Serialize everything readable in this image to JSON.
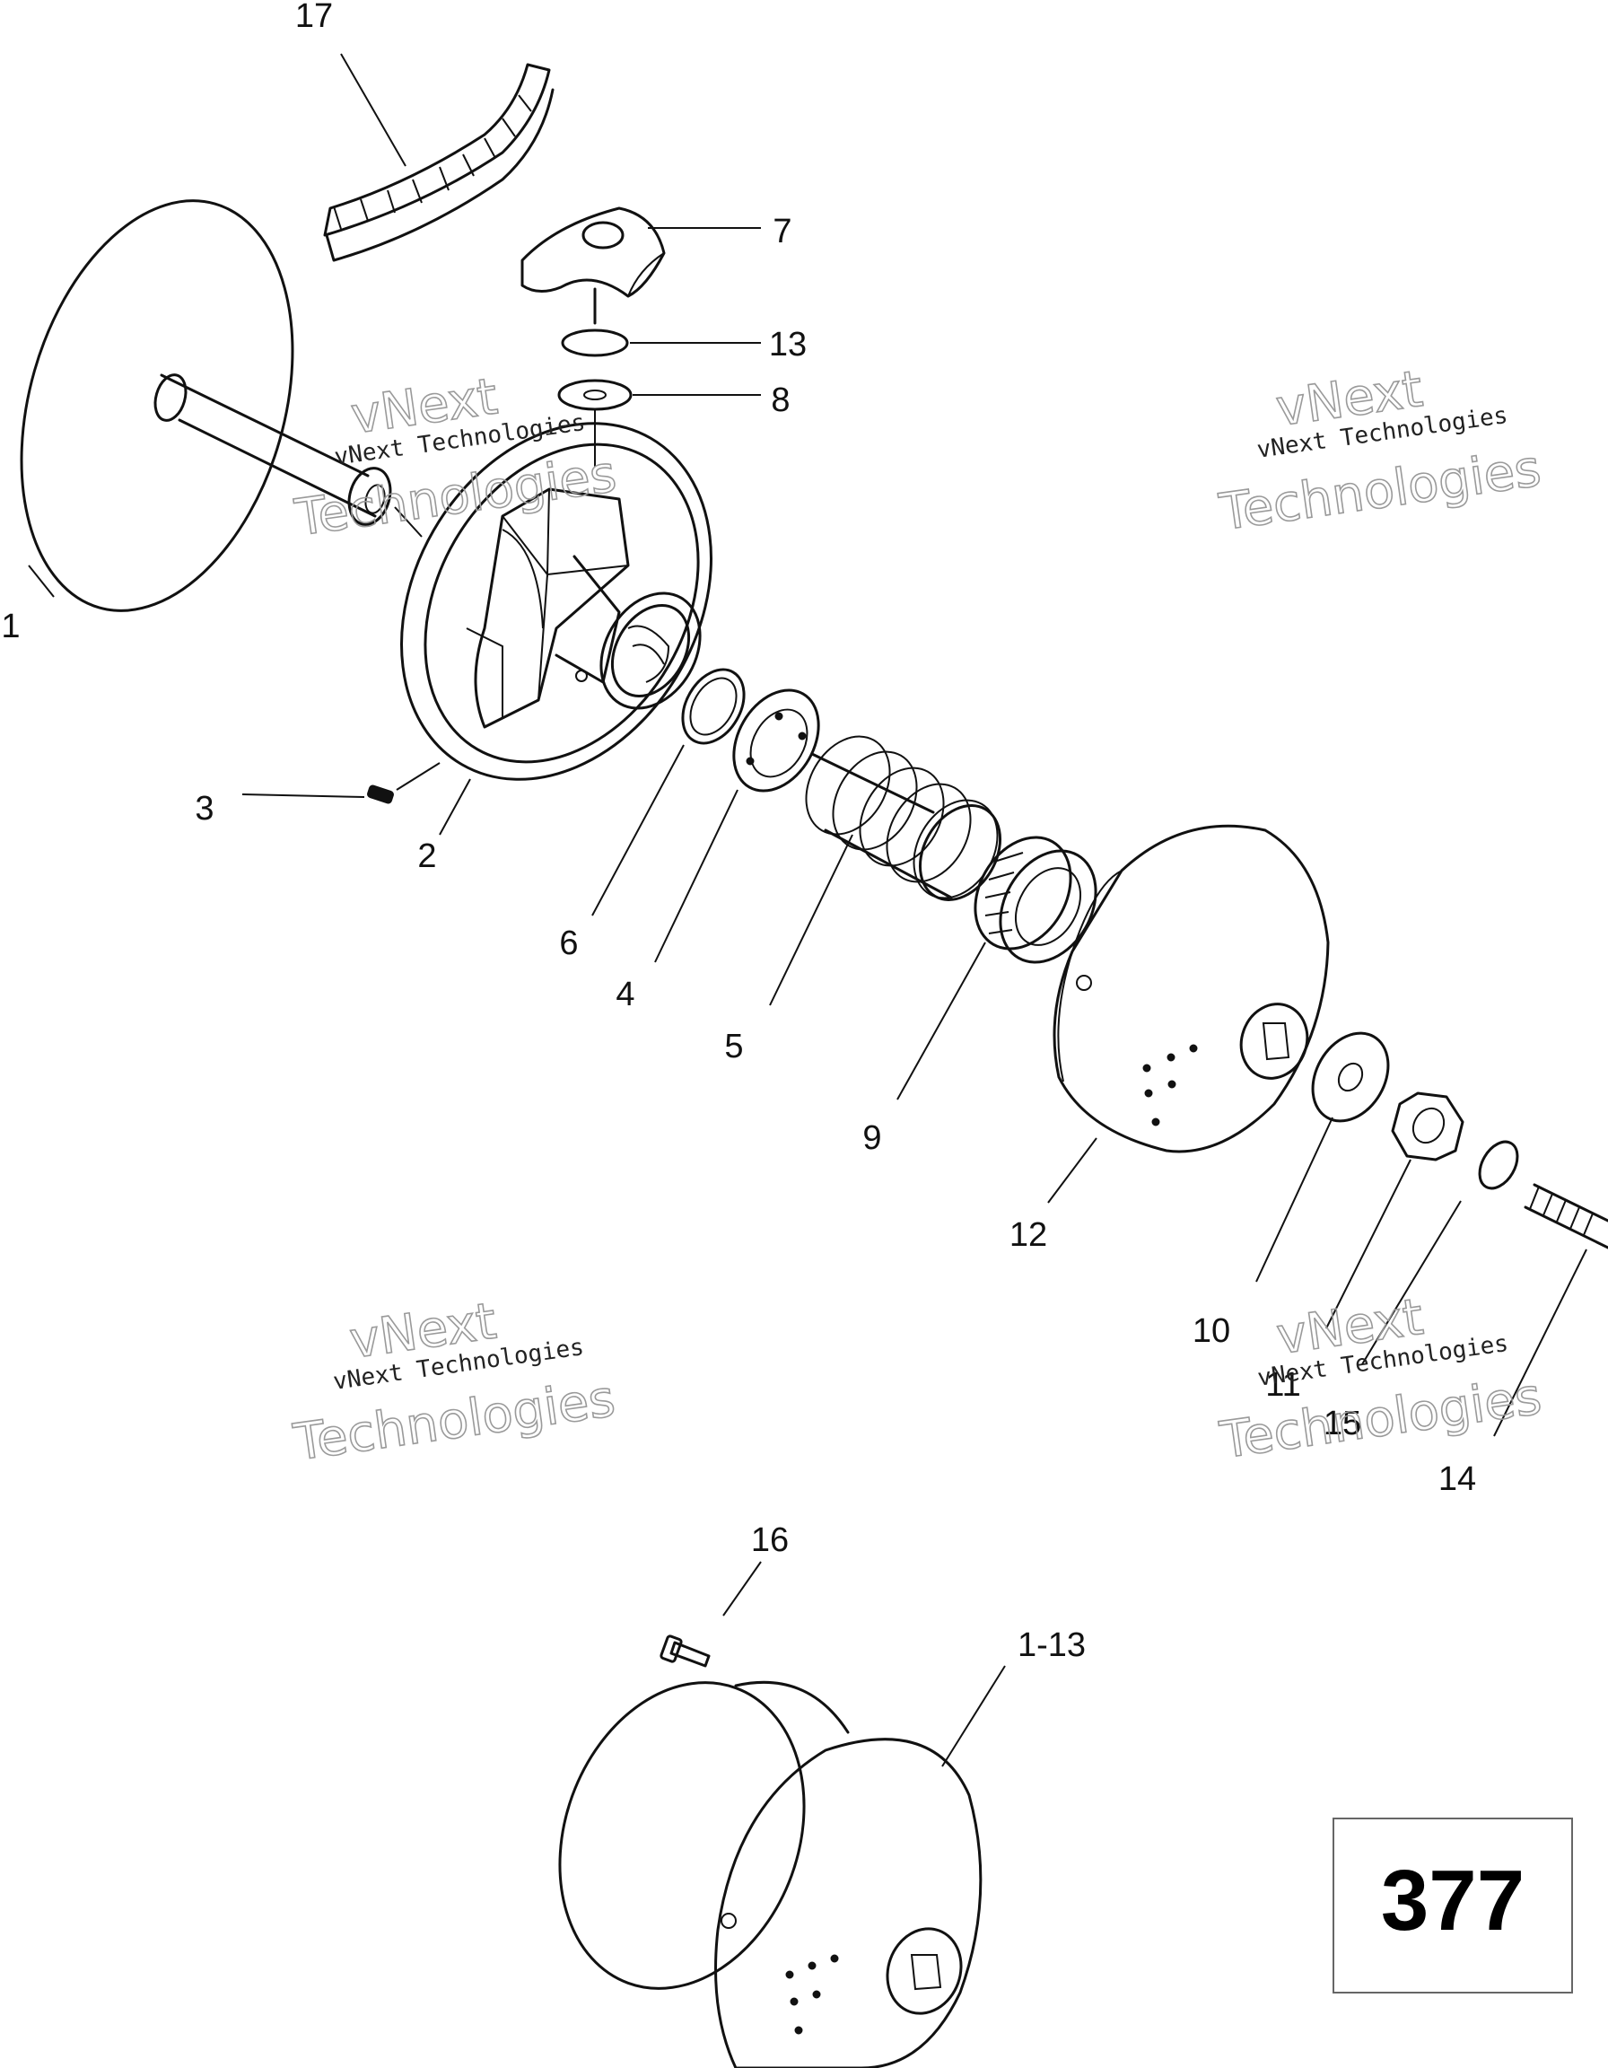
{
  "callouts": [
    {
      "id": "17",
      "label": "17"
    },
    {
      "id": "7",
      "label": "7"
    },
    {
      "id": "13",
      "label": "13"
    },
    {
      "id": "8",
      "label": "8"
    },
    {
      "id": "1",
      "label": "1"
    },
    {
      "id": "3",
      "label": "3"
    },
    {
      "id": "2",
      "label": "2"
    },
    {
      "id": "6",
      "label": "6"
    },
    {
      "id": "4",
      "label": "4"
    },
    {
      "id": "5",
      "label": "5"
    },
    {
      "id": "9",
      "label": "9"
    },
    {
      "id": "12",
      "label": "12"
    },
    {
      "id": "10",
      "label": "10"
    },
    {
      "id": "11",
      "label": "11"
    },
    {
      "id": "15",
      "label": "15"
    },
    {
      "id": "14",
      "label": "14"
    },
    {
      "id": "16",
      "label": "16"
    },
    {
      "id": "1-13",
      "label": "1-13"
    }
  ],
  "watermark": {
    "brand": "vNext",
    "line_small": "vNext Technologies",
    "line_big": "Technologies"
  },
  "page_number": "377"
}
